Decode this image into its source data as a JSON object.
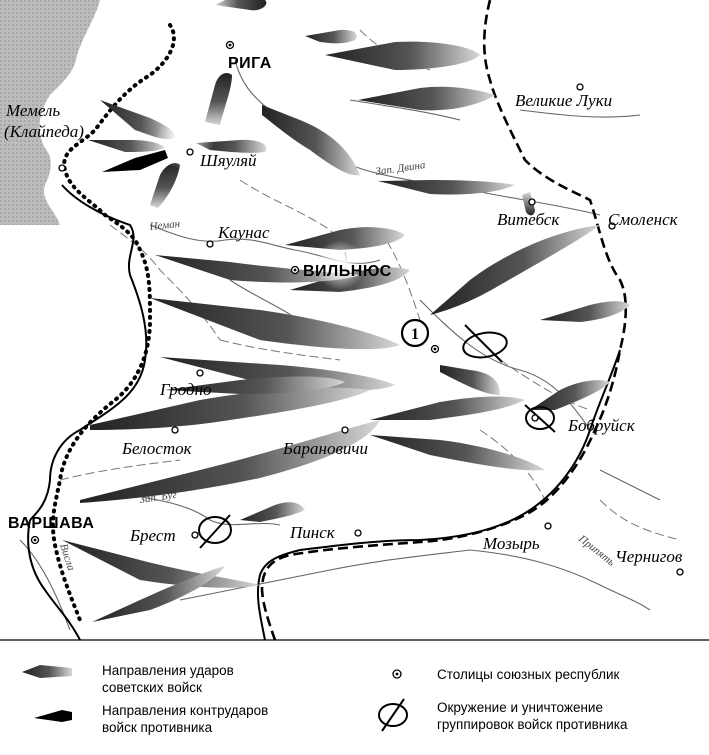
{
  "map": {
    "cities": {
      "riga": "РИГА",
      "memel": "Мемель",
      "klaipeda": "(Клайпеда)",
      "shiauliai": "Шяуляй",
      "velikie_luki": "Великие Луки",
      "vitebsk": "Витебск",
      "smolensk": "Смоленск",
      "kaunas": "Каунас",
      "vilnius": "ВИЛЬНЮС",
      "grodno": "Гродно",
      "belostok": "Белосток",
      "baranovichi": "Барановичи",
      "bobruisk": "Бобруйск",
      "warsaw": "ВАРШАВА",
      "brest": "Брест",
      "pinsk": "Пинск",
      "mozyr": "Мозырь",
      "chernigov": "Чернигов"
    },
    "rivers": {
      "zap_dvina": "Зап. Двина",
      "neman": "Неман",
      "zap_bug": "Зап. Буг",
      "pripyat": "Припять",
      "visla": "Висла"
    },
    "marker_number": "1"
  },
  "legend": {
    "soviet_strikes_line1": "Направления ударов",
    "soviet_strikes_line2": "советских войск",
    "counter_strikes_line1": "Направления контрударов",
    "counter_strikes_line2": "войск противника",
    "capitals": "Столицы союзных республик",
    "encirclement_line1": "Окружение и уничтожение",
    "encirclement_line2": "группировок войск противника"
  }
}
